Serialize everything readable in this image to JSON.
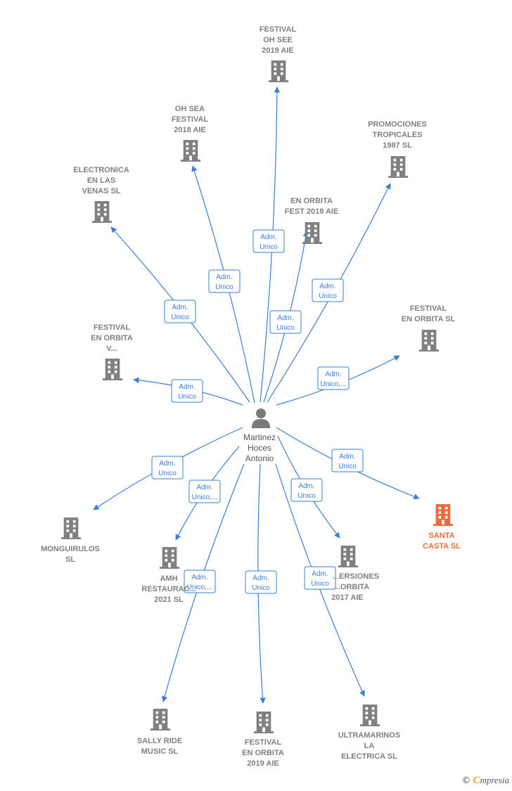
{
  "center": {
    "lines": [
      "Martinez",
      "Hoces",
      "Antonio"
    ],
    "icon": "person-icon"
  },
  "colors": {
    "edge": "#3a7fd5",
    "node": "#808080",
    "highlight": "#ec6a3c"
  },
  "nodes": [
    {
      "id": "festival-oh-see-2019",
      "lines": [
        "FESTIVAL",
        "OH SEE",
        "2019  AIE"
      ],
      "role": [
        "Adm.",
        "Unico"
      ]
    },
    {
      "id": "oh-sea-festival-2018",
      "lines": [
        "OH SEA",
        "FESTIVAL",
        "2018  AIE"
      ],
      "role": [
        "Adm.",
        "Unico"
      ]
    },
    {
      "id": "promociones-tropicales-1987",
      "lines": [
        "PROMOCIONES",
        "TROPICALES",
        "1987  SL"
      ],
      "role": [
        "Adm.",
        "Unico"
      ]
    },
    {
      "id": "electronica-en-las-venas",
      "lines": [
        "ELECTRONICA",
        "EN LAS",
        "VENAS  SL"
      ],
      "role": [
        "Adm.",
        "Unico"
      ]
    },
    {
      "id": "en-orbita-fest-2018",
      "lines": [
        "EN ORBITA",
        "FEST 2018  AIE"
      ],
      "role": [
        "Adm.",
        "Unico"
      ]
    },
    {
      "id": "festival-en-orbita-sl",
      "lines": [
        "FESTIVAL",
        "EN ORBITA  SL"
      ],
      "role": [
        "Adm.",
        "Unico,..."
      ]
    },
    {
      "id": "festival-en-orbita-v",
      "lines": [
        "FESTIVAL",
        "EN ORBITA",
        "V..."
      ],
      "role": [
        "Adm.",
        "Unico"
      ]
    },
    {
      "id": "monguirulos",
      "lines": [
        "MONGUIRULOS",
        "SL"
      ],
      "role": [
        "Adm.",
        "Unico"
      ]
    },
    {
      "id": "amh-restauracion-2021",
      "lines": [
        "AMH",
        "RESTAURAC...",
        "2021  SL"
      ],
      "role": [
        "Adm.",
        "Unico,..."
      ]
    },
    {
      "id": "inversiones-orbita-2017",
      "lines": [
        "...ERSIONES",
        "...ORBITA",
        "2017  AIE"
      ],
      "role": [
        "Adm.",
        "Unico"
      ]
    },
    {
      "id": "santa-casta",
      "lines": [
        "SANTA",
        "CASTA  SL"
      ],
      "role": [
        "Adm.",
        "Unico"
      ],
      "highlight": true
    },
    {
      "id": "sally-ride-music",
      "lines": [
        "SALLY RIDE",
        "MUSIC  SL"
      ],
      "role": [
        "Adm.",
        "Unico,..."
      ]
    },
    {
      "id": "festival-en-orbita-2019",
      "lines": [
        "FESTIVAL",
        "EN ORBITA",
        "2019  AIE"
      ],
      "role": [
        "Adm.",
        "Unico"
      ]
    },
    {
      "id": "ultramarinos-la-electrica",
      "lines": [
        "ULTRAMARINOS",
        "LA",
        "ELECTRICA  SL"
      ],
      "role": [
        "Adm.",
        "Unico"
      ]
    }
  ],
  "footer": {
    "copyright": "©",
    "brand_initial": "C",
    "brand_rest": "mpresia"
  }
}
